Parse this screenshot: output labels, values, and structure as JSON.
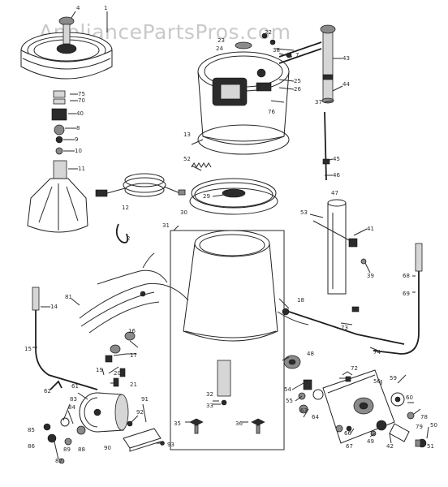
{
  "watermark": "AppliancePartsPros.com",
  "parts": [
    {
      "id": "p4",
      "text": "4"
    },
    {
      "id": "p1",
      "text": "1"
    },
    {
      "id": "p75",
      "text": "75"
    },
    {
      "id": "p70",
      "text": "70"
    },
    {
      "id": "p40",
      "text": "40"
    },
    {
      "id": "p8",
      "text": "8"
    },
    {
      "id": "p9",
      "text": "9"
    },
    {
      "id": "p10",
      "text": "10"
    },
    {
      "id": "p11",
      "text": "11"
    },
    {
      "id": "p13",
      "text": "13"
    },
    {
      "id": "p12",
      "text": "12"
    },
    {
      "id": "p2",
      "text": "2"
    },
    {
      "id": "p22",
      "text": "22"
    },
    {
      "id": "p23",
      "text": "23"
    },
    {
      "id": "p24",
      "text": "24"
    },
    {
      "id": "p38",
      "text": "38"
    },
    {
      "id": "p7",
      "text": "7"
    },
    {
      "id": "p25",
      "text": "25"
    },
    {
      "id": "p26",
      "text": "26"
    },
    {
      "id": "p76",
      "text": "76"
    },
    {
      "id": "p43",
      "text": "43"
    },
    {
      "id": "p44",
      "text": "44"
    },
    {
      "id": "p37",
      "text": "37"
    },
    {
      "id": "p52",
      "text": "52"
    },
    {
      "id": "p29",
      "text": "29"
    },
    {
      "id": "p30",
      "text": "30"
    },
    {
      "id": "p45",
      "text": "45"
    },
    {
      "id": "p46",
      "text": "46"
    },
    {
      "id": "p47",
      "text": "47"
    },
    {
      "id": "p53",
      "text": "53"
    },
    {
      "id": "p41",
      "text": "41"
    },
    {
      "id": "p39",
      "text": "39"
    },
    {
      "id": "p31",
      "text": "31"
    },
    {
      "id": "p68",
      "text": "68"
    },
    {
      "id": "p69",
      "text": "69"
    },
    {
      "id": "p81",
      "text": "81"
    },
    {
      "id": "p14",
      "text": "14"
    },
    {
      "id": "p16",
      "text": "16"
    },
    {
      "id": "p18",
      "text": "18"
    },
    {
      "id": "p17",
      "text": "17"
    },
    {
      "id": "p15",
      "text": "15"
    },
    {
      "id": "p73",
      "text": "73"
    },
    {
      "id": "p74",
      "text": "74"
    },
    {
      "id": "p19",
      "text": "19"
    },
    {
      "id": "p20",
      "text": "20"
    },
    {
      "id": "p21",
      "text": "21"
    },
    {
      "id": "p48",
      "text": "48"
    },
    {
      "id": "p72",
      "text": "72"
    },
    {
      "id": "p59",
      "text": "59"
    },
    {
      "id": "p62",
      "text": "62"
    },
    {
      "id": "p61",
      "text": "61"
    },
    {
      "id": "p83",
      "text": "83"
    },
    {
      "id": "p84",
      "text": "84"
    },
    {
      "id": "p85",
      "text": "85"
    },
    {
      "id": "p86",
      "text": "86"
    },
    {
      "id": "p89",
      "text": "89"
    },
    {
      "id": "p88",
      "text": "88"
    },
    {
      "id": "p87",
      "text": "87"
    },
    {
      "id": "p32",
      "text": "32"
    },
    {
      "id": "p33",
      "text": "33"
    },
    {
      "id": "p91",
      "text": "91"
    },
    {
      "id": "p92",
      "text": "92"
    },
    {
      "id": "p90",
      "text": "90"
    },
    {
      "id": "p93",
      "text": "93"
    },
    {
      "id": "p35",
      "text": "35"
    },
    {
      "id": "p36",
      "text": "36"
    },
    {
      "id": "p54",
      "text": "54"
    },
    {
      "id": "p55",
      "text": "55"
    },
    {
      "id": "p63",
      "text": "63"
    },
    {
      "id": "p64",
      "text": "64"
    },
    {
      "id": "p60",
      "text": "60"
    },
    {
      "id": "p78",
      "text": "78"
    },
    {
      "id": "p79",
      "text": "79"
    },
    {
      "id": "p50",
      "text": "50"
    },
    {
      "id": "p49",
      "text": "49"
    },
    {
      "id": "p42",
      "text": "42"
    },
    {
      "id": "p51",
      "text": "51"
    },
    {
      "id": "p66",
      "text": "66"
    },
    {
      "id": "p67",
      "text": "67"
    },
    {
      "id": "p56",
      "text": "56"
    }
  ]
}
